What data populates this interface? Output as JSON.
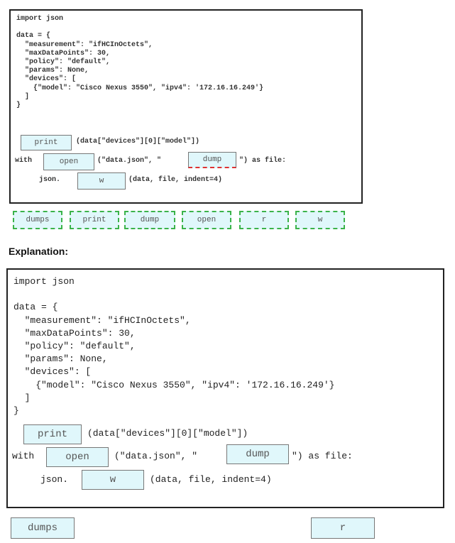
{
  "question": {
    "code_lines": [
      "import json",
      "",
      "data = {",
      "  \"measurement\": \"ifHCInOctets\",",
      "  \"maxDataPoints\": 30,",
      "  \"policy\": \"default\",",
      "  \"params\": None,",
      "  \"devices\": [",
      "    {\"model\": \"Cisco Nexus 3550\", \"ipv4\": '172.16.16.249'}",
      "  ]",
      "}"
    ],
    "line1_suffix": "(data[\"devices\"][0][\"model\"])",
    "line2_prefix": "with",
    "line2_mid": "(\"data.json\", \"",
    "line2_suffix": "\") as file:",
    "line3_prefix": "json.",
    "line3_suffix": "(data, file, indent=4)",
    "slots": [
      "print",
      "open",
      "dump",
      "w"
    ],
    "options": [
      "dumps",
      "print",
      "dump",
      "open",
      "r",
      "w"
    ]
  },
  "explanation_label": "Explanation:",
  "answer": {
    "code_lines": [
      "import json",
      "",
      "data = {",
      "  \"measurement\": \"ifHCInOctets\",",
      "  \"maxDataPoints\": 30,",
      "  \"policy\": \"default\",",
      "  \"params\": None,",
      "  \"devices\": [",
      "    {\"model\": \"Cisco Nexus 3550\", \"ipv4\": '172.16.16.249'}",
      "  ]",
      "}"
    ],
    "slots": [
      "print",
      "open",
      "dump",
      "w"
    ],
    "remaining": [
      "dumps",
      "r"
    ]
  }
}
